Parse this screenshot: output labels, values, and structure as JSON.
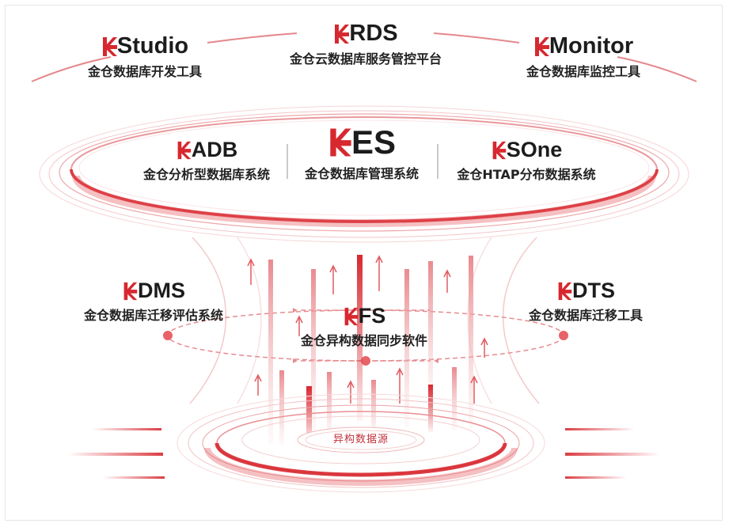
{
  "colors": {
    "accent": "#d7282f",
    "accent_light": "#f2b8bb",
    "text": "#1c1c1c"
  },
  "top_products": [
    {
      "id": "kstudio",
      "name": "Studio",
      "desc": "金仓数据库开发工具"
    },
    {
      "id": "krds",
      "name": "RDS",
      "desc": "金仓云数据库服务管控平台"
    },
    {
      "id": "kmonitor",
      "name": "Monitor",
      "desc": "金仓数据库监控工具"
    }
  ],
  "core_products": [
    {
      "id": "kadb",
      "name": "ADB",
      "desc": "金仓分析型数据库系统"
    },
    {
      "id": "kes",
      "name": "ES",
      "desc": "金仓数据库管理系统"
    },
    {
      "id": "ksone",
      "name": "SOne",
      "desc": "金仓HTAP分布数据系统"
    }
  ],
  "middle_products": [
    {
      "id": "kdms",
      "name": "DMS",
      "desc": "金仓数据库迁移评估系统"
    },
    {
      "id": "kfs",
      "name": "FS",
      "desc": "金仓异构数据同步软件"
    },
    {
      "id": "kdts",
      "name": "DTS",
      "desc": "金仓数据库迁移工具"
    }
  ],
  "source": {
    "label": "异构数据源"
  }
}
